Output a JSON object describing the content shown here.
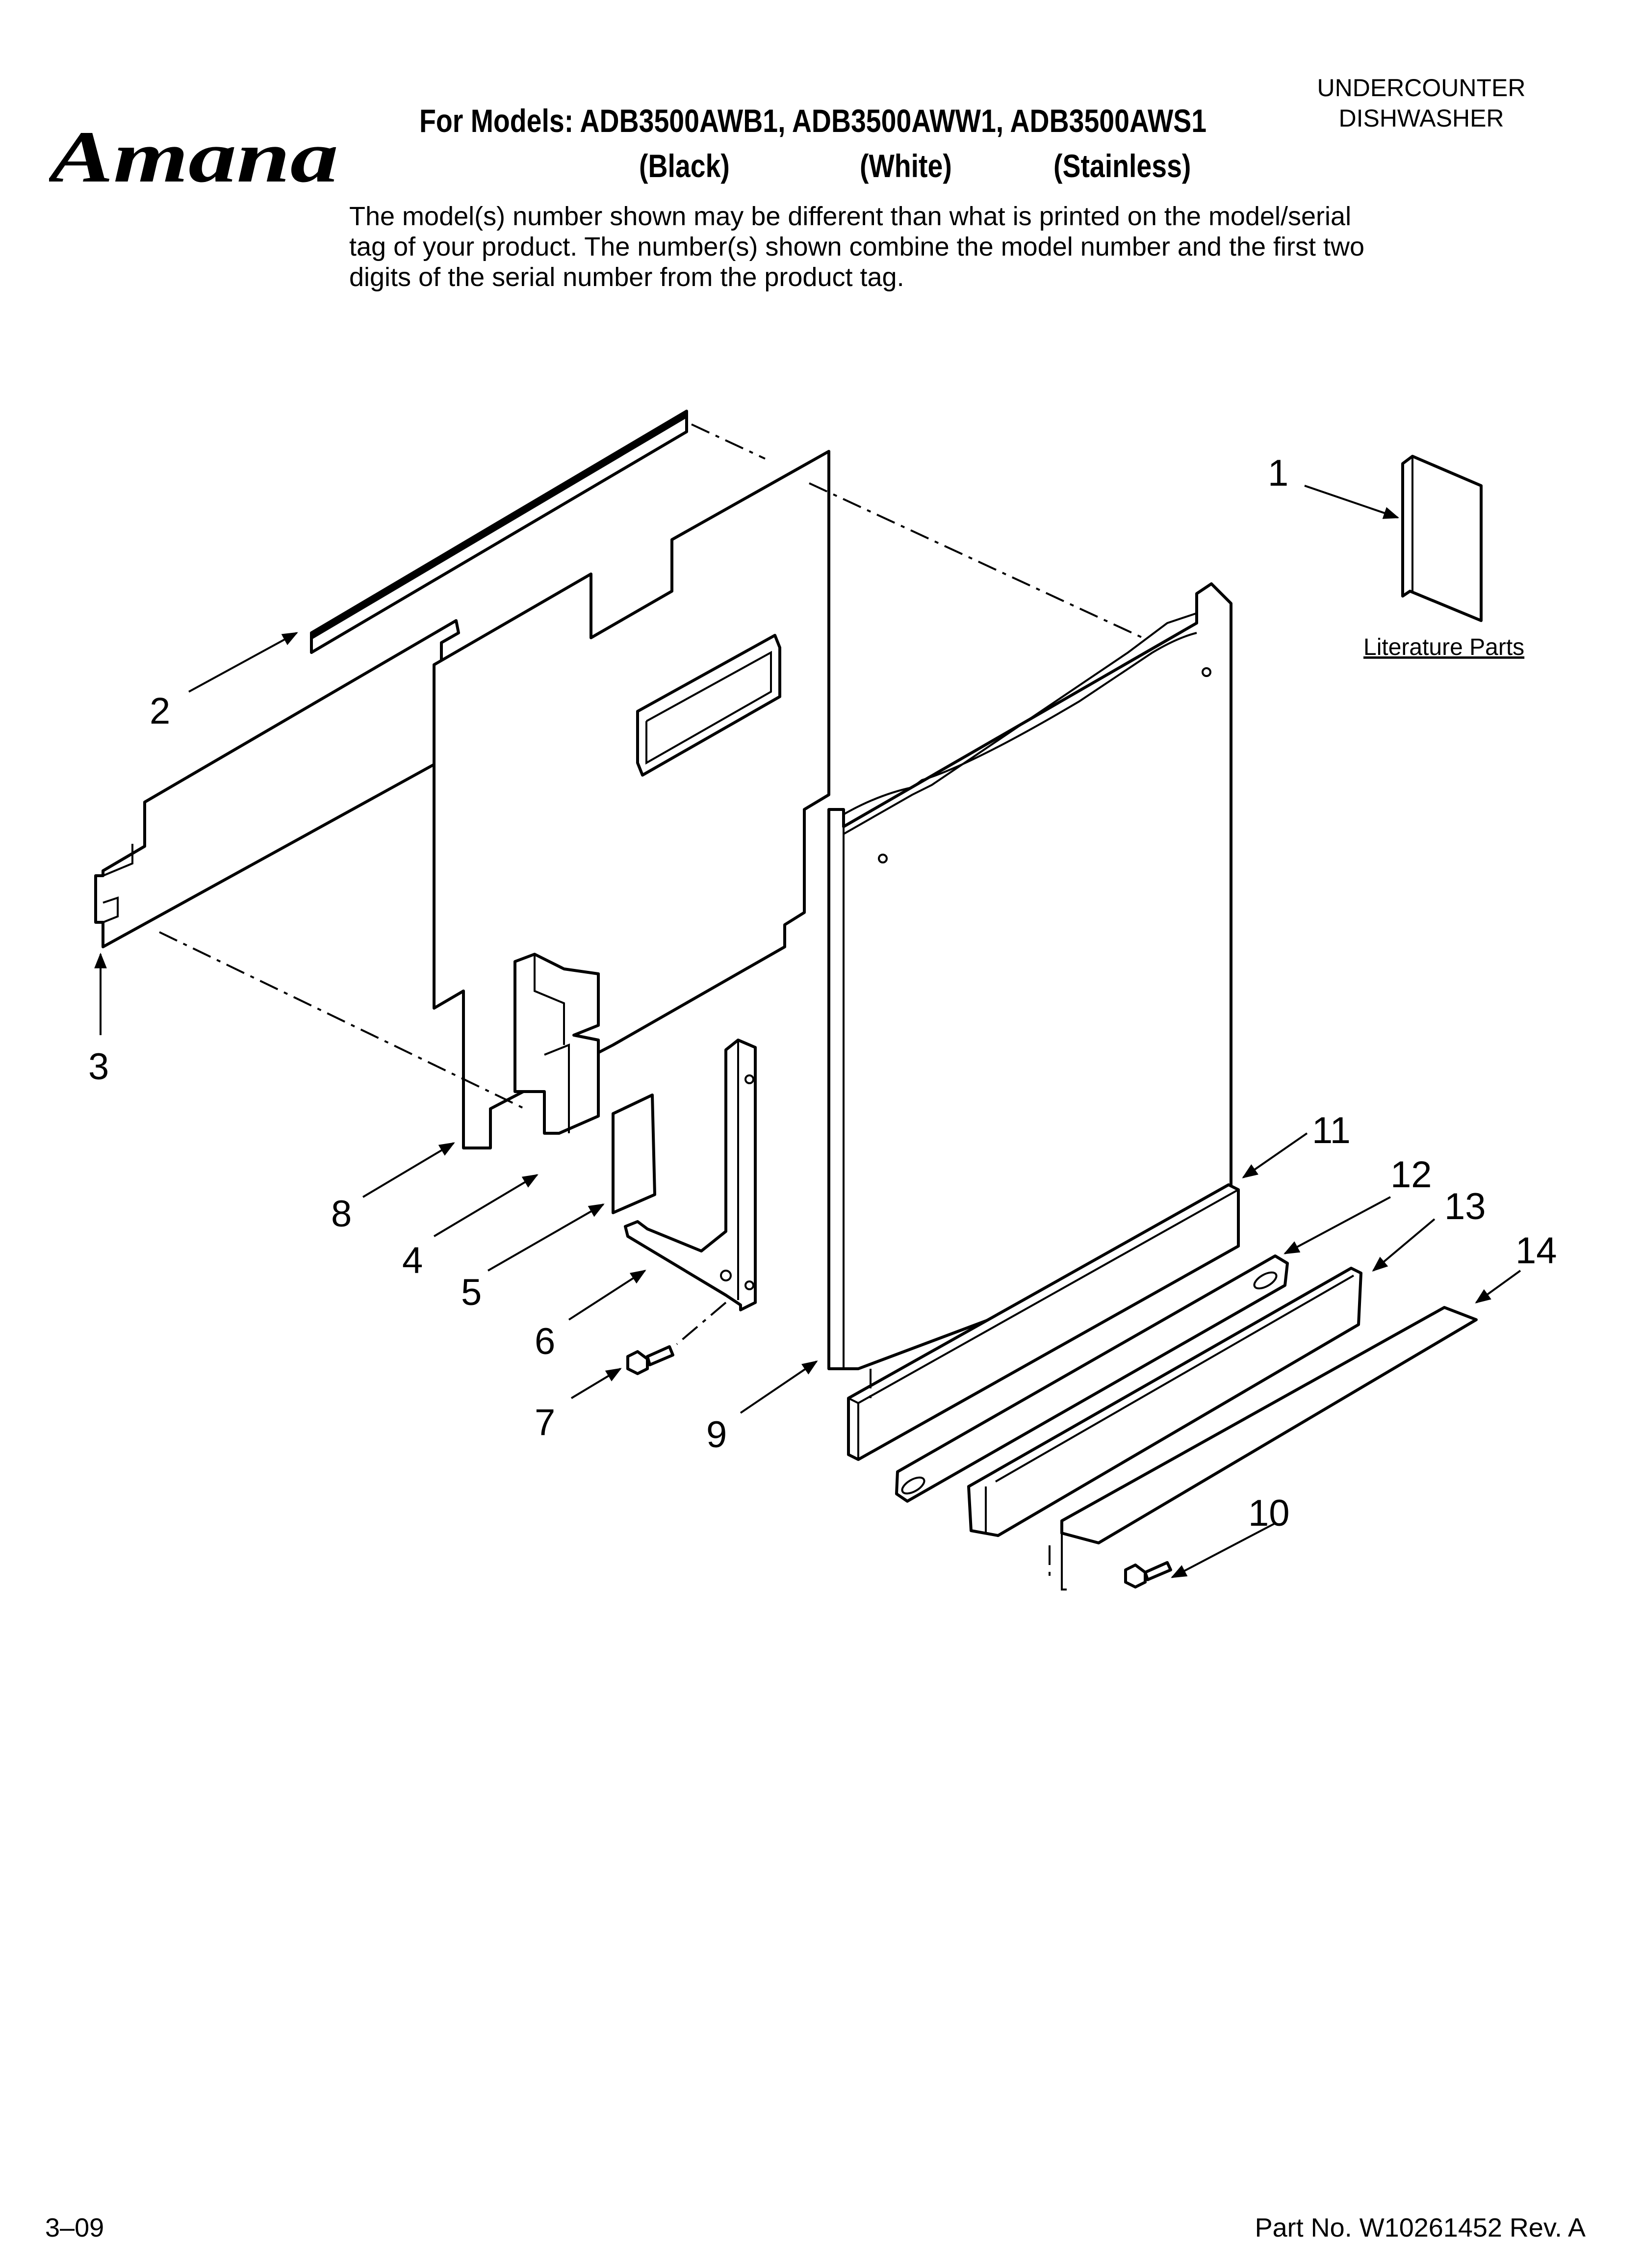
{
  "header": {
    "brand": "Amana",
    "product_type_line1": "UNDERCOUNTER",
    "product_type_line2": "DISHWASHER",
    "models_line": "For Models: ADB3500AWB1, ADB3500AWW1, ADB3500AWS1",
    "colors": [
      "(Black)",
      "(White)",
      "(Stainless)"
    ],
    "disclaimer": "The model(s) number shown may be different than what is printed on the model/serial tag of your product. The number(s) shown combine the model number and the first two digits of the serial number from the product tag."
  },
  "diagram": {
    "literature_label": "Literature Parts",
    "callouts": [
      "1",
      "2",
      "3",
      "4",
      "5",
      "6",
      "7",
      "8",
      "9",
      "10",
      "11",
      "12",
      "13",
      "14"
    ]
  },
  "footer": {
    "date": "3–09",
    "part_number": "Part No. W10261452 Rev. A"
  }
}
